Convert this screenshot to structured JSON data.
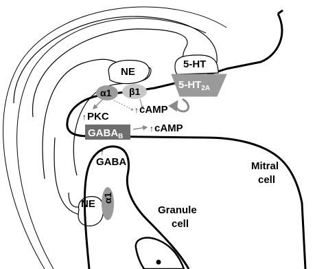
{
  "labels": {
    "ne_top": "NE",
    "alpha1_top": "α1",
    "beta1": "β1",
    "ht5": "5-HT",
    "ht2a_main": "5-HT",
    "ht2a_sub": "2A",
    "pkc": "PKC",
    "camp_upper": "cAMP",
    "gabab_main": "GABA",
    "gabab_sub": "B",
    "camp_lower": "cAMP",
    "gaba": "GABA",
    "mitral_line1": "Mitral",
    "mitral_line2": "cell",
    "ne_bottom": "NE",
    "alpha1_bottom": "α1",
    "granule_line1": "Granule",
    "granule_line2": "cell",
    "up_arrow": "↑"
  },
  "colors": {
    "outline": "#000000",
    "receptor_light": "#c8c8c8",
    "receptor_mid": "#9a9a9a",
    "receptor_dark": "#6e6e6e",
    "arrow_gray": "#8a8a8a"
  }
}
